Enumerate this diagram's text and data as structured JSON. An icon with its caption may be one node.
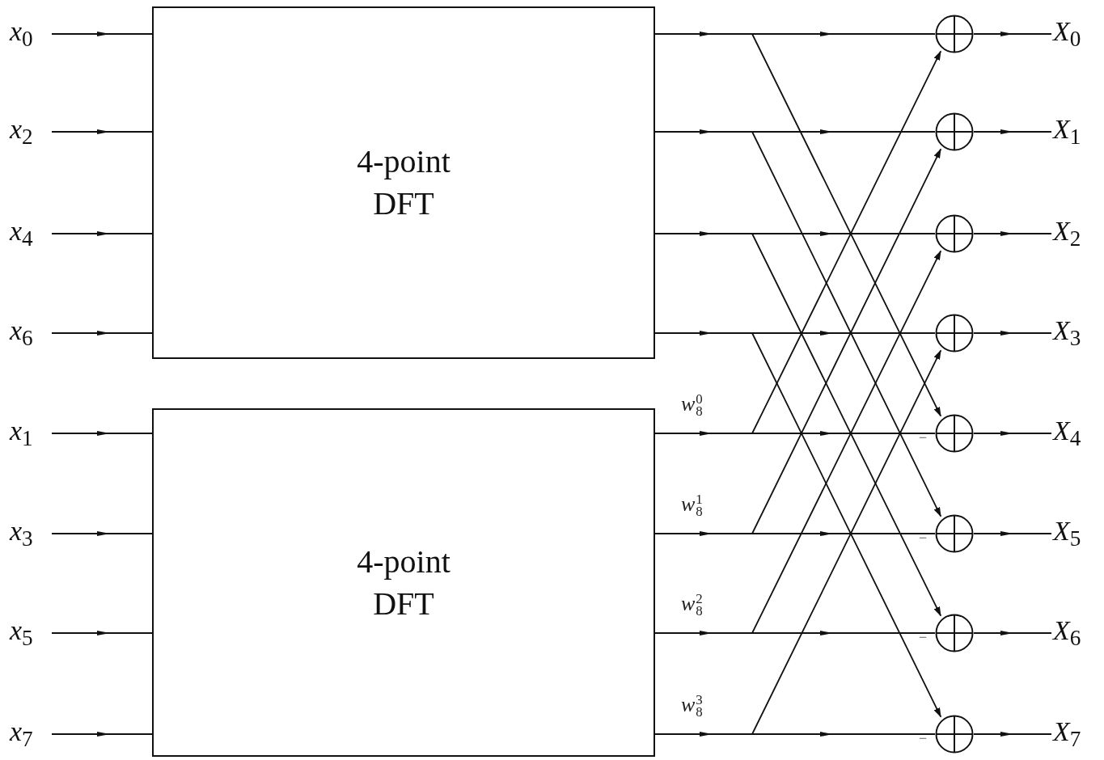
{
  "diagram": {
    "nodes": [
      {
        "text": [
          "*x*$_{0}$"
        ]
      },
      {
        "text": [
          "*x*$_{2}$"
        ]
      },
      {
        "text": [
          "*x*$_{4}$"
        ]
      },
      {
        "text": [
          "*x*$_{6}$"
        ]
      },
      {
        "text": [
          "*x*$_{1}$"
        ]
      },
      {
        "text": [
          "*x*$_{3}$"
        ]
      },
      {
        "text": [
          "*x*$_{5}$"
        ]
      },
      {
        "text": [
          "*x*$_{7}$"
        ]
      },
      {
        "text": [
          "4-point DFT"
        ]
      },
      {
        "text": [
          "4-point DFT"
        ]
      },
      {
        "text": [],
        "shape": "circle"
      },
      {
        "text": [],
        "shape": "circle"
      },
      {
        "text": [],
        "shape": "circle"
      },
      {
        "text": [],
        "shape": "circle"
      },
      {
        "text": [],
        "shape": "circle"
      },
      {
        "text": [],
        "shape": "circle"
      },
      {
        "text": [],
        "shape": "circle"
      },
      {
        "text": [],
        "shape": "circle"
      },
      {
        "text": [
          "*X*$_{0}$"
        ]
      },
      {
        "text": [
          "*X*$_{1}$"
        ]
      },
      {
        "text": [
          "*X*$_{2}$"
        ]
      },
      {
        "text": [
          "*X*$_{3}$"
        ]
      },
      {
        "text": [
          "*X*$_{4}$"
        ]
      },
      {
        "text": [
          "*X*$_{5}$"
        ]
      },
      {
        "text": [
          "*X*$_{6}$"
        ]
      },
      {
        "text": [
          "*X*$_{7}$"
        ]
      }
    ],
    "edges": [
      {
        "from": 0,
        "to": 8,
        "arrow": "to"
      },
      {
        "from": 1,
        "to": 8,
        "arrow": "to"
      },
      {
        "from": 2,
        "to": 8,
        "arrow": "to"
      },
      {
        "from": 3,
        "to": 8,
        "arrow": "to"
      },
      {
        "from": 4,
        "to": 9,
        "arrow": "to"
      },
      {
        "from": 5,
        "to": 9,
        "arrow": "to"
      },
      {
        "from": 6,
        "to": 9,
        "arrow": "to"
      },
      {
        "from": 7,
        "to": 9,
        "arrow": "to"
      },
      {
        "from": 8,
        "to": 10,
        "arrow": "to"
      },
      {
        "from": 8,
        "to": 11,
        "arrow": "to"
      },
      {
        "from": 8,
        "to": 12,
        "arrow": "to"
      },
      {
        "from": 8,
        "to": 13,
        "arrow": "to"
      },
      {
        "from": 9,
        "to": 14,
        "arrow": "to",
        "label": "*w*$_{8}$$^{0}$"
      },
      {
        "from": 9,
        "to": 15,
        "arrow": "to",
        "label": "*w*$_{8}$$^{1}$"
      },
      {
        "from": 9,
        "to": 16,
        "arrow": "to",
        "label": "*w*$_{8}$$^{2}$"
      },
      {
        "from": 9,
        "to": 17,
        "arrow": "to",
        "label": "*w*$_{8}$$^{3}$"
      },
      {
        "from": 8,
        "to": 14,
        "arrow": "to"
      },
      {
        "from": 8,
        "to": 15,
        "arrow": "to"
      },
      {
        "from": 8,
        "to": 16,
        "arrow": "to"
      },
      {
        "from": 8,
        "to": 17,
        "arrow": "to"
      },
      {
        "from": 9,
        "to": 10,
        "arrow": "to"
      },
      {
        "from": 9,
        "to": 11,
        "arrow": "to"
      },
      {
        "from": 9,
        "to": 12,
        "arrow": "to"
      },
      {
        "from": 9,
        "to": 13,
        "arrow": "to"
      },
      {
        "from": 10,
        "to": 18,
        "arrow": "to"
      },
      {
        "from": 11,
        "to": 19,
        "arrow": "to"
      },
      {
        "from": 12,
        "to": 20,
        "arrow": "to"
      },
      {
        "from": 13,
        "to": 21,
        "arrow": "to"
      },
      {
        "from": 14,
        "to": 22,
        "arrow": "to"
      },
      {
        "from": 15,
        "to": 23,
        "arrow": "to"
      },
      {
        "from": 16,
        "to": 24,
        "arrow": "to"
      },
      {
        "from": 17,
        "to": 25,
        "arrow": "to"
      }
    ],
    "labels": [
      "−",
      "−",
      "−",
      "−"
    ]
  }
}
